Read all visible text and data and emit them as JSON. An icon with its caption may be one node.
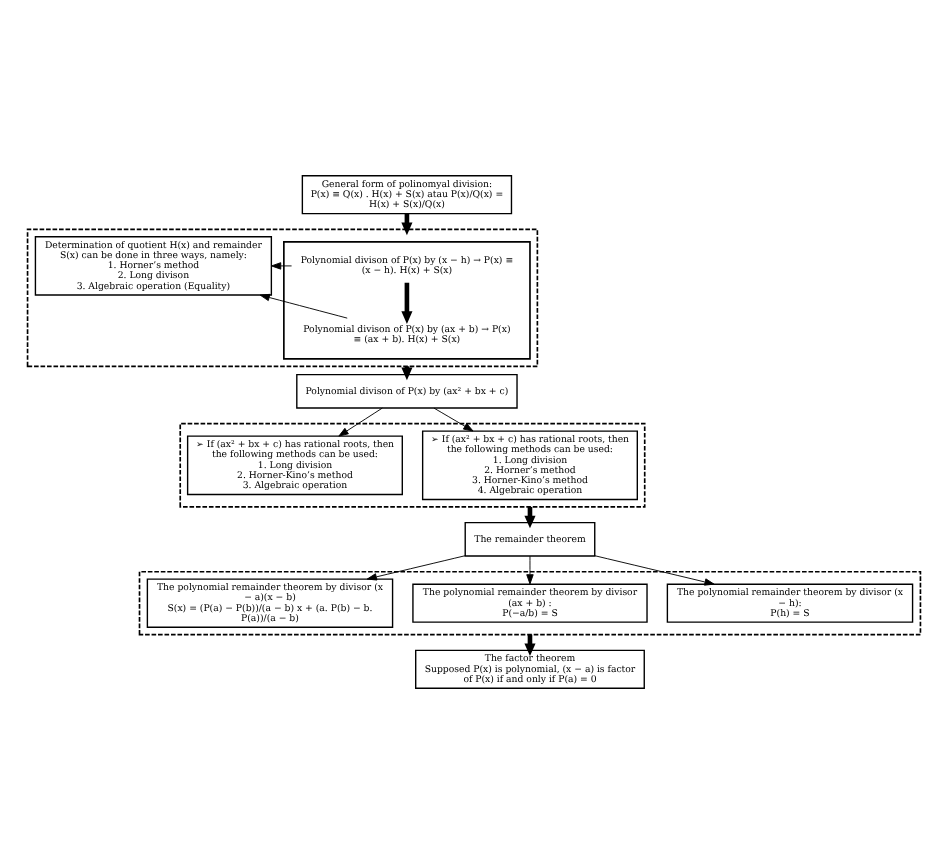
{
  "diagram": {
    "nodes": [
      {
        "text": [
          "General form of polinomyal division:",
          "P(x) ≡ Q(x) . H(x) + S(x) atau P(x)/Q(x) = H(x) + S(x)/Q(x)"
        ]
      },
      {
        "text": [],
        "shape": "box"
      },
      {
        "text": [],
        "shape": "box",
        "in": 1
      },
      {
        "text": [
          "Polynomial divison of P(x) by (x − h) → P(x) ≡ (x − h). H(x) + S(x)"
        ],
        "in": 2
      },
      {
        "text": [
          "Polynomial divison of P(x) by (ax + b) → P(x) ≡ (ax + b). H(x) + S(x)"
        ],
        "in": 2
      },
      {
        "text": [
          "Determination of quotient H(x) and remainder S(x) can be done in three ways, namely:",
          "1. Horner’s method",
          "2. Long divison",
          "3. Algebraic operation (Equality)"
        ],
        "in": 1
      },
      {
        "text": [
          "Polynomial divison of P(x) by (ax² + bx + c)"
        ]
      },
      {
        "text": [],
        "shape": "box"
      },
      {
        "text": [
          "➢ If (ax² + bx + c) has rational roots, then the following methods can be used:",
          "1. Long division",
          "2. Horner’s method",
          "3. Horner-Kino’s method",
          "4. Algebraic operation"
        ],
        "in": 7
      },
      {
        "text": [
          "➢ If (ax² + bx + c) has rational roots, then the following methods can be used:",
          "1. Long division",
          "2. Horner-Kino’s method",
          "3. Algebraic operation"
        ],
        "in": 7
      },
      {
        "text": [
          "The remainder theorem"
        ]
      },
      {
        "text": [],
        "shape": "box"
      },
      {
        "text": [
          "The polynomial remainder theorem by divisor (x − h):",
          "P(h) = S"
        ],
        "in": 11
      },
      {
        "text": [
          "The polynomial remainder theorem by divisor (ax + b) :",
          "P(−a/b) = S"
        ],
        "in": 11
      },
      {
        "text": [
          "The polynomial remainder theorem by divisor (x − a)(x − b)",
          "S(x) = (P(a) − P(b))/(a − b) x + (a. P(b) − b. P(a))/(a − b)"
        ],
        "in": 11
      },
      {
        "text": [
          "The factor theorem",
          "Supposed P(x) is polynomial, (x − a) is factor of P(x) if and only if P(a) = 0"
        ]
      }
    ],
    "edges": [
      {
        "from": 0,
        "to": 1,
        "arrow": "to",
        "style": "thick"
      },
      {
        "from": 3,
        "to": 4,
        "arrow": "to",
        "style": "thick"
      },
      {
        "from": 3,
        "to": 5,
        "arrow": "to"
      },
      {
        "from": 4,
        "to": 5,
        "arrow": "to"
      },
      {
        "from": 1,
        "to": 6,
        "arrow": "to",
        "style": "thick"
      },
      {
        "from": 6,
        "to": 8,
        "arrow": "to"
      },
      {
        "from": 6,
        "to": 9,
        "arrow": "to"
      },
      {
        "from": 7,
        "to": 10,
        "arrow": "to",
        "style": "thick"
      },
      {
        "from": 10,
        "to": 12,
        "arrow": "to"
      },
      {
        "from": 10,
        "to": 13,
        "arrow": "to"
      },
      {
        "from": 10,
        "to": 14,
        "arrow": "to"
      },
      {
        "from": 11,
        "to": 15,
        "arrow": "to",
        "style": "thick"
      }
    ]
  }
}
